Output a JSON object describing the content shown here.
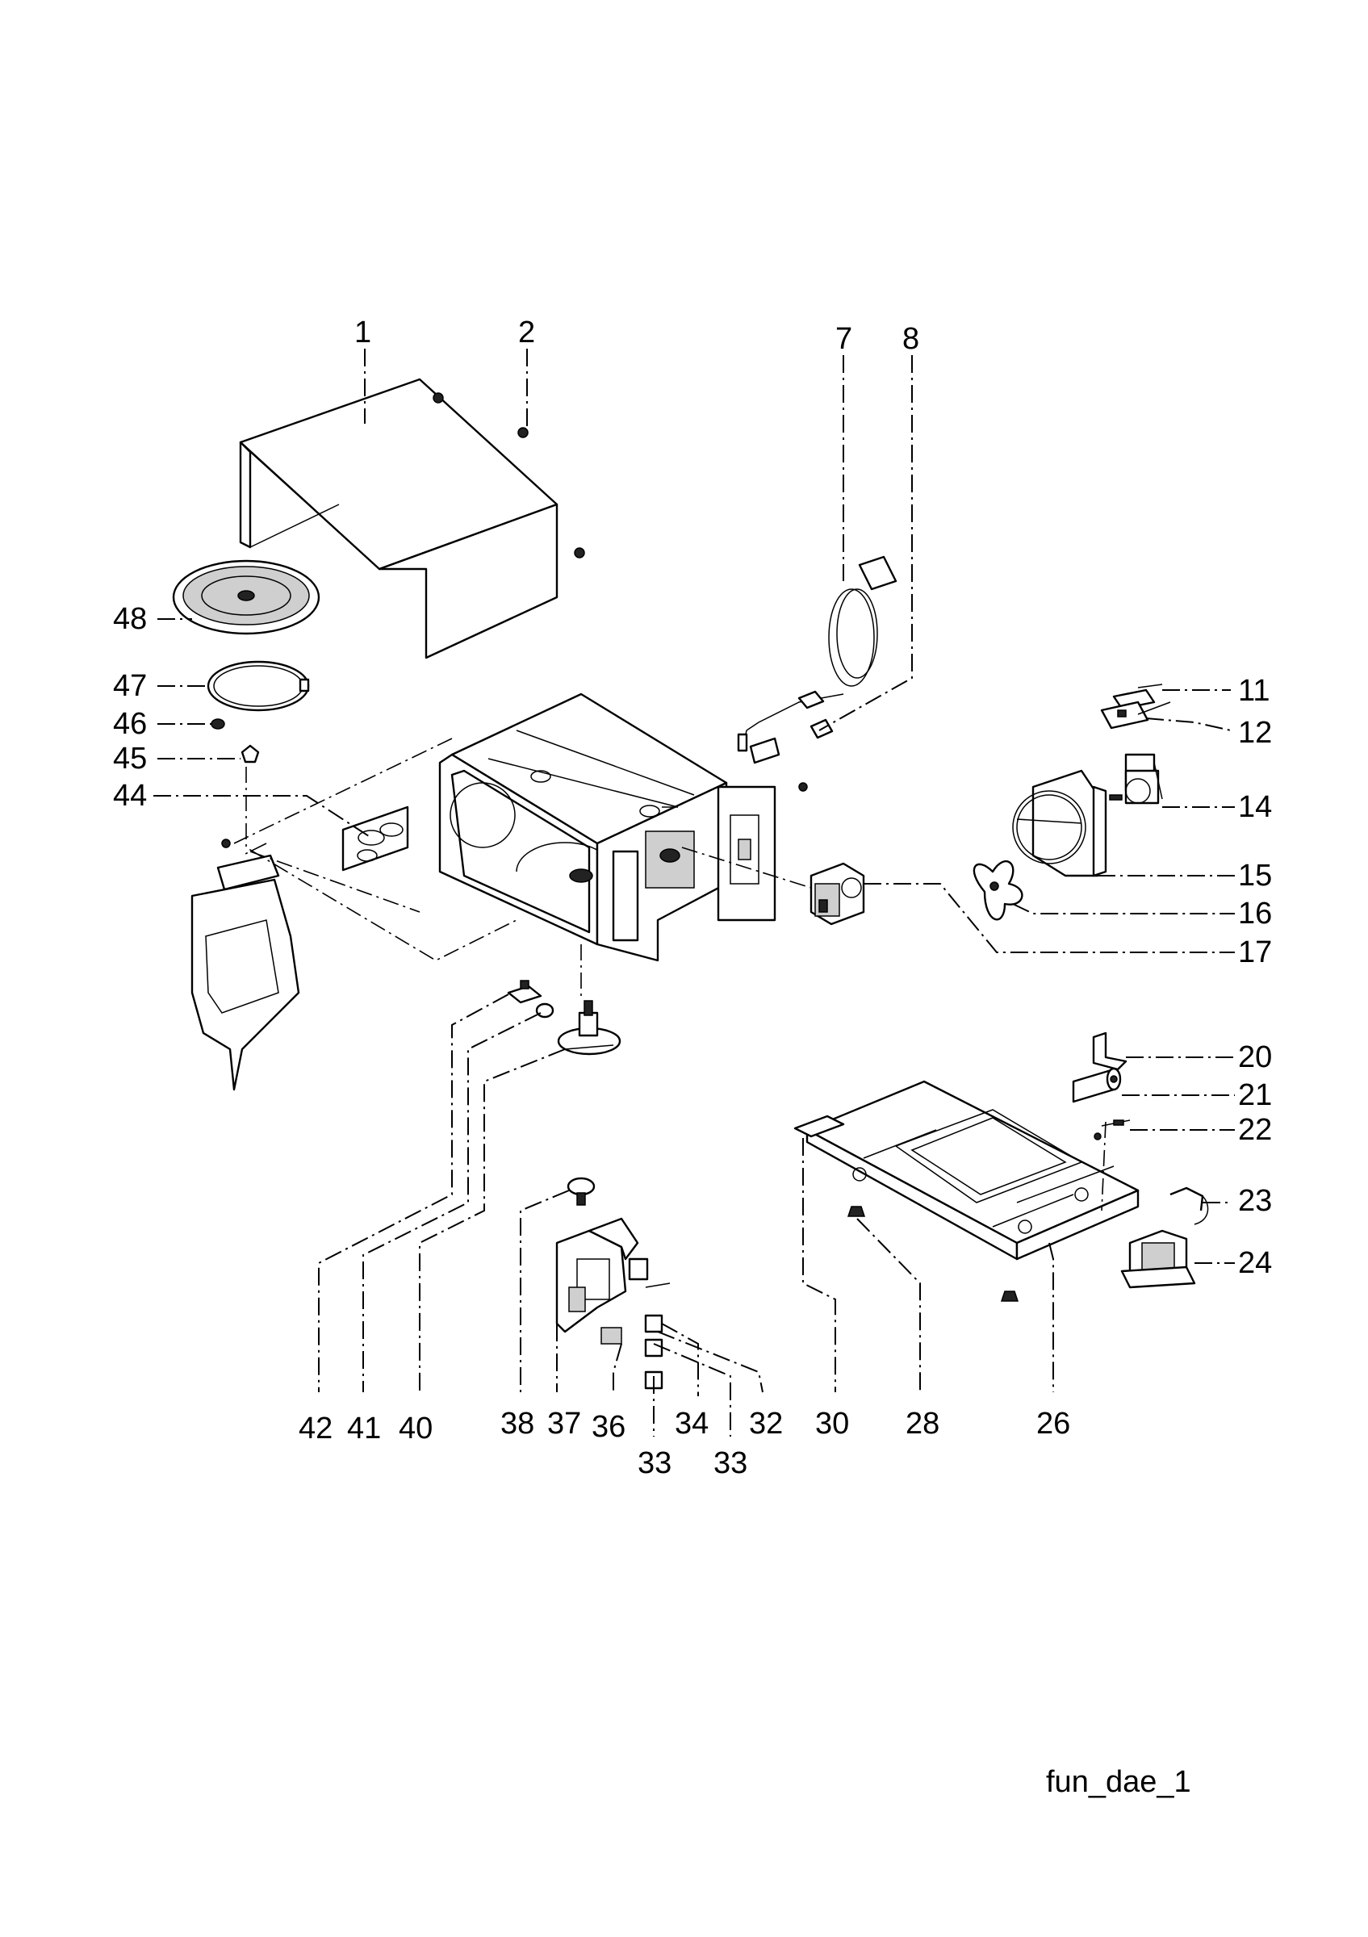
{
  "drawing_id": "fun_dae_1",
  "labels": {
    "l1": "1",
    "l2": "2",
    "l7": "7",
    "l8": "8",
    "l11": "11",
    "l12": "12",
    "l14": "14",
    "l15": "15",
    "l16": "16",
    "l17": "17",
    "l20": "20",
    "l21": "21",
    "l22": "22",
    "l23": "23",
    "l24": "24",
    "l26": "26",
    "l28": "28",
    "l30": "30",
    "l32": "32",
    "l33a": "33",
    "l33b": "33",
    "l34": "34",
    "l36": "36",
    "l37": "37",
    "l38": "38",
    "l40": "40",
    "l41": "41",
    "l42": "42",
    "l44": "44",
    "l45": "45",
    "l46": "46",
    "l47": "47",
    "l48": "48"
  }
}
